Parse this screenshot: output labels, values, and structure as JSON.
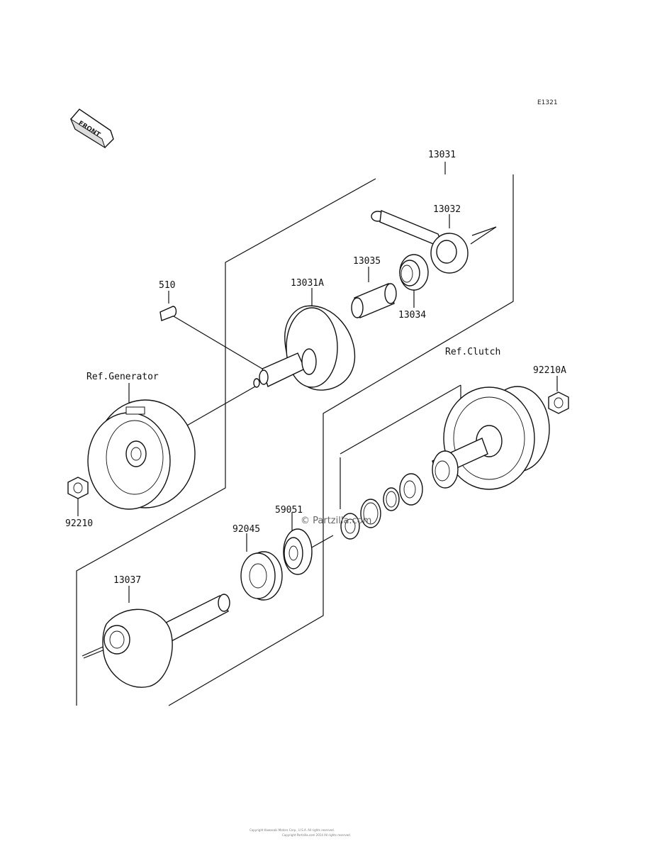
{
  "diagram_code": "E1321",
  "front_label": "FRONT",
  "callouts": {
    "p13031": "13031",
    "p13032": "13032",
    "p13035": "13035",
    "p13031a": "13031A",
    "p510": "510",
    "p13034": "13034",
    "ref_clutch": "Ref.Clutch",
    "p92210a": "92210A",
    "ref_generator": "Ref.Generator",
    "p92210": "92210",
    "p59051": "59051",
    "p92045": "92045",
    "p13037": "13037"
  },
  "watermark": "© Partzilla.com",
  "footer_line1": "Copyright Kawasaki Motors Corp., U.S.A. All rights reserved.",
  "footer_line2": "Copyright Partzilla.com 2014 All rights reserved."
}
